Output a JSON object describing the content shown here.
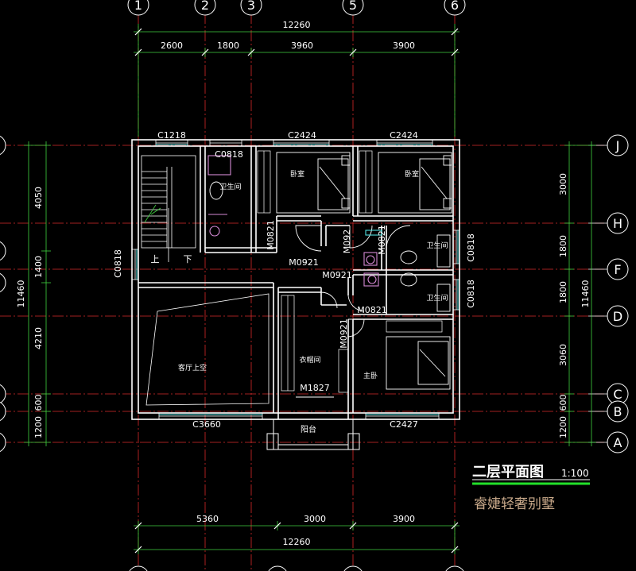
{
  "drawing": {
    "title": "二层平面图",
    "scale": "1:100",
    "subtitle": "睿婕轻奢别墅"
  },
  "colors": {
    "wall": "#ffffff",
    "dim": "#3fd23f",
    "axis": "#d82a2a",
    "text": "#ffffff",
    "furniture": "#d58ad5",
    "title_underline": "#22e02a",
    "subtitle": "#c9a98a"
  },
  "axes": {
    "top": [
      "1",
      "2",
      "3",
      "5",
      "6"
    ],
    "right": [
      "J",
      "H",
      "F",
      "D",
      "C",
      "B",
      "A"
    ]
  },
  "dimensions": {
    "top_total": "12260",
    "top_segments": [
      "2600",
      "1800",
      "3960",
      "3900"
    ],
    "bottom_segments": [
      "5360",
      "3000",
      "3900"
    ],
    "bottom_total": "12260",
    "left_segments": [
      "4050",
      "1400",
      "4210",
      "600",
      "1200"
    ],
    "left_total": "11460",
    "right_segments": [
      "3000",
      "1800",
      "1800",
      "3060",
      "600",
      "1200"
    ],
    "right_total": "11460"
  },
  "windows": {
    "c1218": "C1218",
    "c0818_top": "C0818",
    "c2424_a": "C2424",
    "c2424_b": "C2424",
    "c0818_left": "C0818",
    "c0818_r1": "C0818",
    "c0818_r2": "C0818",
    "c3660": "C3660",
    "c2427": "C2427"
  },
  "doors": {
    "m0821_a": "M0821",
    "m0921_a": "M0921",
    "m0921_b": "M0921",
    "m092": "M092",
    "m0821_b": "M0821",
    "m0821_c": "M0821",
    "m0921_c": "M0921",
    "m1827": "M1827"
  },
  "rooms": {
    "bathroom_1": "卫生间",
    "bedroom_1": "卧室",
    "bedroom_2": "卧室",
    "bathroom_2": "卫生间",
    "bathroom_3": "卫生间",
    "cloakroom": "衣帽间",
    "master_bedroom": "主卧",
    "living_void": "客厅上空",
    "balcony": "阳台",
    "stair_up": "上",
    "stair_down": "下"
  }
}
